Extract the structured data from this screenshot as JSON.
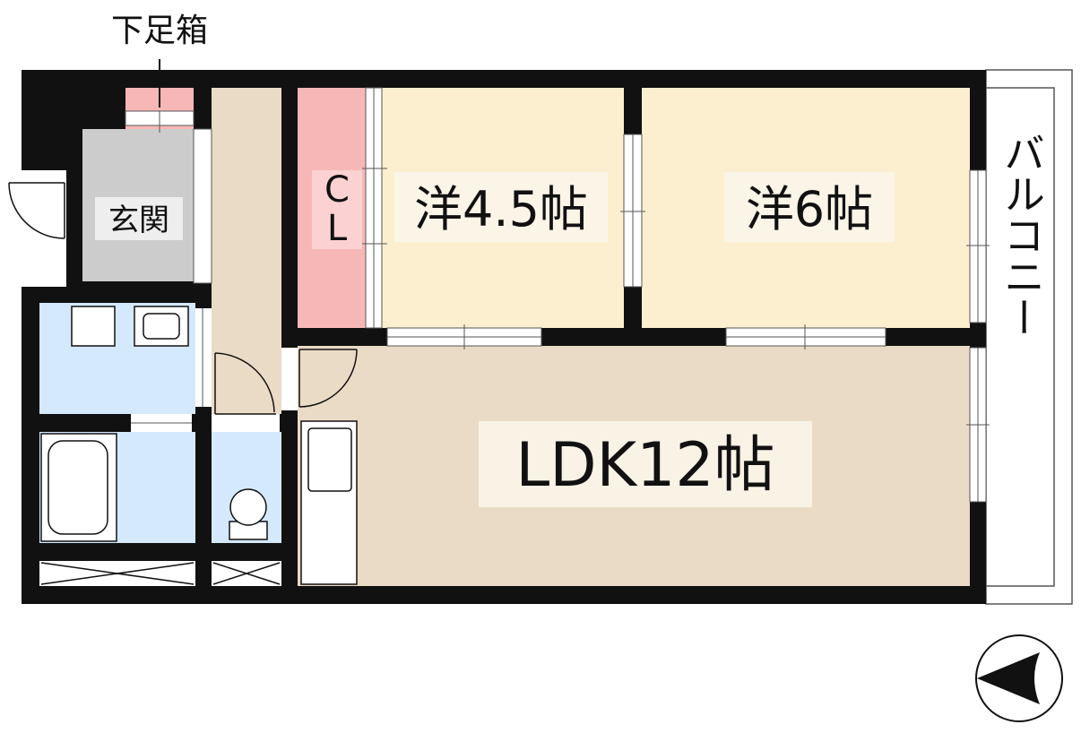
{
  "labels": {
    "shoe_box": "下足箱",
    "entrance": "玄関",
    "closet_line1": "C",
    "closet_line2": "L",
    "room_western_45": "洋4.5帖",
    "room_western_6": "洋6帖",
    "ldk": "LDK12帖",
    "balcony": "バルコニー"
  },
  "colors": {
    "wall": "#111111",
    "western_room": "#fcefcf",
    "ldk_floor": "#eadbc6",
    "hallway": "#eadbc6",
    "closet": "#f7b7b7",
    "entrance": "#cccccc",
    "wet_area": "#d4e9fb",
    "label_background": "#fbf5e9"
  },
  "icons": [
    "door-swing-icon",
    "bathtub-icon",
    "toilet-icon",
    "washbasin-icon",
    "washer-icon",
    "kitchen-sink-icon",
    "north-arrow-icon"
  ]
}
